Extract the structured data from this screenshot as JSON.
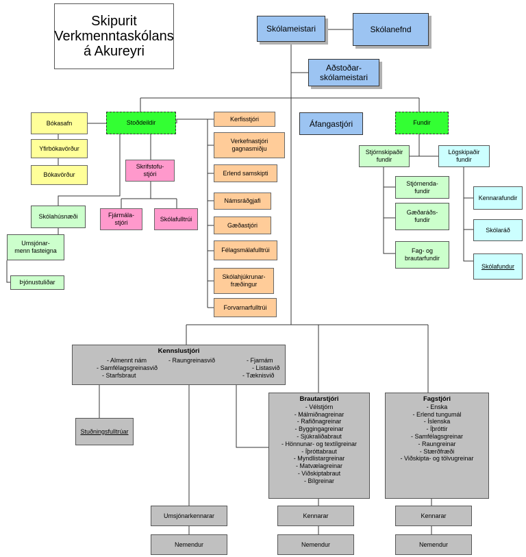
{
  "title": "Skipurit\nVerkmenntaskólans\ná Akureyri",
  "top": {
    "skolameistari": "Skólameistari",
    "skolanefnd": "Skólanefnd",
    "adstodar": "Aðstoðar-\nskólameistari",
    "afangastjori": "Áfangastjóri"
  },
  "studeildir": {
    "label": "Stoðdeildir",
    "bokasafn": "Bókasafn",
    "yfirbokavordur": "Yfirbókavörður",
    "bokavordur": "Bókavörður",
    "skrifstofustjori": "Skrifstofu-\nstjóri",
    "fjarmalastjori": "Fjármála-\nstjóri",
    "skolafulltrui": "Skólafulltrúi",
    "skolahusnaedi": "Skólahúsnæði",
    "umsjonarmenn": "Umsjónar-\nmenn fasteigna",
    "thjonustulidar": "Þjónustuliðar"
  },
  "orange": [
    "Kerfisstjóri",
    "Verkefnastjóri\ngagnasmiðju",
    "Erlend samskipti",
    "Námsráðgjafi",
    "Gæðastjóri",
    "Félagsmálafulltrúi",
    "Skólahjúkrunar-\nfræðingur",
    "Forvarnarfulltrúi"
  ],
  "fundir": {
    "label": "Fundir",
    "stjornskipadir": "Stjórnskipaðir\nfundir",
    "logskipadir": "Lögskipaðir\nfundir",
    "stjornendafundir": "Stjórnenda-\nfundir",
    "gaedaradsfundir": "Gæðaráðs-\nfundir",
    "fagogbrautar": "Fag- og\nbrautarfundir",
    "kennarafundir": "Kennarafundir",
    "skolarad": "Skólaráð",
    "skolafundur": "Skólafundur"
  },
  "kennslustjori": {
    "title": "Kennslustjóri",
    "items": [
      "- Almennt nám",
      "- Raungreinasvið",
      "- Fjarnám",
      "- Samfélagsgreinasvið",
      "- Listasvið",
      "- Starfsbraut",
      "- Tæknisvið"
    ]
  },
  "studningsfulltruar": "Stuðningsfulltrúar",
  "brautarstjori": {
    "title": "Brautarstjóri",
    "items": [
      "- Vélstjórn",
      "- Málmiðnagreinar",
      "- Rafiðnagreinar",
      "- Byggingagreinar",
      "- Sjúkraliðabraut",
      "- Hönnunar- og textílgreinar",
      "- Íþróttabraut",
      "- Myndlistargreinar",
      "- Matvælagreinar",
      "- Viðskiptabraut",
      "- Bílgreinar"
    ]
  },
  "fagstjori": {
    "title": "Fagstjóri",
    "items": [
      "- Enska",
      "- Erlend tungumál",
      "- Íslenska",
      "- Íþróttir",
      "- Samfélagsgreinar",
      "- Raungreinar",
      "- Stærðfræði",
      "- Viðskipta- og tölvugreinar"
    ]
  },
  "bottom": {
    "umsjonarkennarar": "Umsjónarkennarar",
    "kennarar": "Kennarar",
    "nemendur": "Nemendur"
  }
}
